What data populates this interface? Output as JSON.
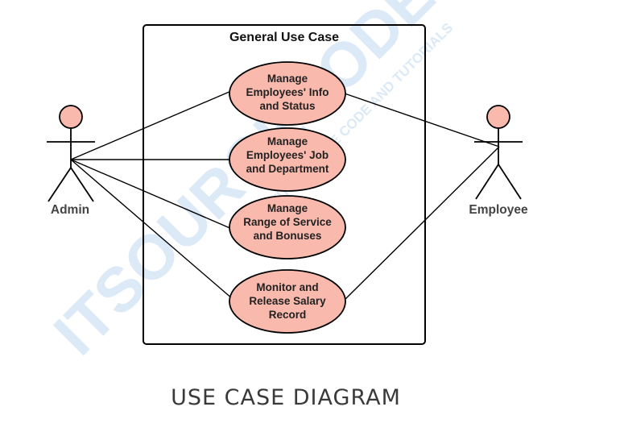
{
  "diagram": {
    "system_title": "General Use Case",
    "caption": "USE CASE DIAGRAM",
    "watermark": {
      "brand": "ITSOURCECODE",
      "tagline": "WITH SOURCE CODE AND TUTORIALS"
    },
    "actors": {
      "admin": "Admin",
      "employee": "Employee"
    },
    "use_cases": [
      {
        "lines": [
          "Manage",
          "Employees' Info",
          "and Status"
        ]
      },
      {
        "lines": [
          "Manage",
          "Employees' Job",
          "and Department"
        ]
      },
      {
        "lines": [
          "Manage",
          "Range of Service",
          "and Bonuses"
        ]
      },
      {
        "lines": [
          "Monitor and",
          "Release Salary",
          "Record"
        ]
      }
    ],
    "colors": {
      "use_case_fill": "#f9b9ad",
      "actor_head_fill": "#f9b9ad",
      "stroke": "#000000",
      "watermark": "#dce9f7"
    }
  }
}
